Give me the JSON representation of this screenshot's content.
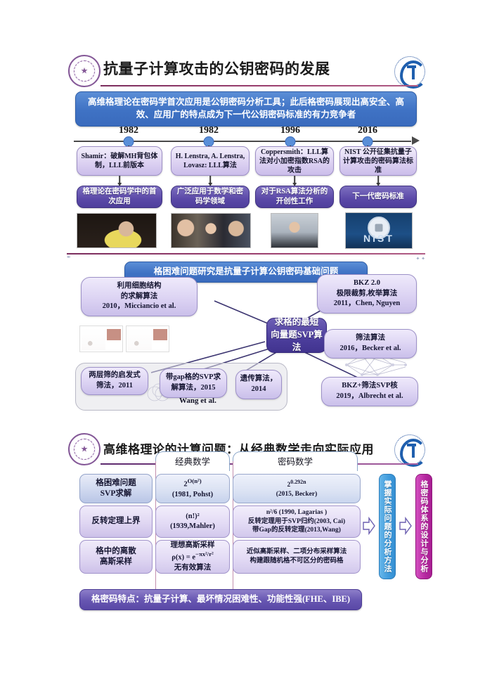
{
  "slide1": {
    "title": "抗量子计算攻击的公钥密码的发展",
    "banner": "高维格理论在密码学首次应用是公钥密码分析工具；此后格密码展现出高安全、高效、应用广的特点成为下一代公钥密码标准的有力竞争者",
    "timeline": [
      {
        "year": "1982"
      },
      {
        "year": "1982"
      },
      {
        "year": "1996"
      },
      {
        "year": "2016"
      }
    ],
    "cards": [
      {
        "text": "Shamir：破解MH背包体制，LLL前版本"
      },
      {
        "text": "H. Lenstra, A. Lenstra, Lovasz: LLL算法"
      },
      {
        "text": "Coppersmith：LLL算法对小加密指数RSA的攻击"
      },
      {
        "text": "NIST 公开征集抗量子计算攻击的密码算法标准"
      }
    ],
    "impacts": [
      {
        "text": "格理论在密码学中的首次应用"
      },
      {
        "text": "广泛应用于数学和密码学领域"
      },
      {
        "text": "对于RSA算法分析的开创性工作"
      },
      {
        "text": "下一代密码标准"
      }
    ],
    "photo_captions": [
      "shamir-portrait",
      "lenstra-lovasz-portraits",
      "coppersmith-portrait",
      "nist-logo"
    ],
    "nist_logo_text": "NIST"
  },
  "slide2": {
    "banner": "格困难问题研究是抗量子计算公钥密码基础问题",
    "center": "求格的最短向量题SVP算法",
    "nodes": [
      {
        "lines": [
          "利用细胞结构",
          "的求解算法",
          "2010，Micciancio et al."
        ]
      },
      {
        "lines": [
          "BKZ 2.0",
          "极限裁剪,枚举算法",
          "2011，Chen, Nguyen"
        ]
      },
      {
        "lines": [
          "筛法算法",
          "2016，Becker et al."
        ]
      },
      {
        "lines": [
          "两层筛的启发式",
          "筛法，2011"
        ]
      },
      {
        "lines": [
          "带gap格的SVP求",
          "解算法，2015"
        ]
      },
      {
        "lines": [
          "遗传算法，",
          "2014"
        ]
      },
      {
        "lines": [
          "BKZ+筛法SVP核",
          "2019，Albrecht et al."
        ]
      }
    ],
    "group_label": "Wang et al."
  },
  "slide3": {
    "title": "高维格理论的计算问题：从经典数学走向实际应用",
    "columns": [
      "经典数学",
      "密码数学"
    ],
    "rows": [
      {
        "label": [
          "格困难问题",
          "SVP求解"
        ],
        "classic": [
          "2<sup>O(n²)</sup>",
          "(1981, Pohst)"
        ],
        "crypto": [
          "2<sup>0.292n</sup>",
          "(2015, Becker)"
        ]
      },
      {
        "label": [
          "反转定理上界"
        ],
        "classic": [
          "(n!)²",
          "(1939,Mahler)"
        ],
        "crypto": [
          "n²/6 (1990, Lagarias )",
          "反转定理用于SVP归约(2003, Cai)",
          "带Gap的反转定理(2013,Wang)"
        ]
      },
      {
        "label": [
          "格中的离散",
          "高斯采样"
        ],
        "classic": [
          "理想高斯采样",
          "ρ(x) = e<sup>−πx²/r²</sup>",
          "无有效算法"
        ],
        "crypto": [
          "近似高斯采样、二项分布采样算法",
          "构建跟随机格不可区分的密码格"
        ]
      }
    ],
    "vbar_blue": "掌握实际问题的分析方法",
    "vbar_magenta": "格密码体系的设计与分析",
    "banner": "格密码特点：抗量子计算、最坏情况困难性、功能性强(FHE、IBE)"
  },
  "colors": {
    "banner_blue": "#3f72c4",
    "card_lavender": "#ddd2f2",
    "card_dark_purple": "#5b49a8",
    "rule_magenta": "#9b3f6e",
    "vbar_blue": "#3f9bdc",
    "vbar_magenta": "#b5279f"
  }
}
